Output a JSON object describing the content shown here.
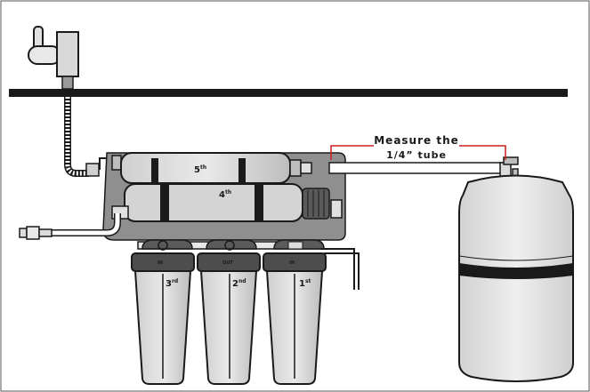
{
  "annotation": {
    "line1": "Measure the",
    "line2": "1/4” tube",
    "color": "#cc1f1f"
  },
  "filters": {
    "first": {
      "num": "1",
      "suffix": "st",
      "port": "IN"
    },
    "second": {
      "num": "2",
      "suffix": "nd",
      "port": "OUT"
    },
    "third": {
      "num": "3",
      "suffix": "rd",
      "port": "IN"
    }
  },
  "membranes": {
    "fourth": {
      "num": "4",
      "suffix": "th"
    },
    "fifth": {
      "num": "5",
      "suffix": "th"
    }
  },
  "colors": {
    "outline": "#1a1a1a",
    "panel": "#8f8f8f",
    "housing_light": "#dcdcdc",
    "housing_dark": "#4d4d4d",
    "tank": "#e6e6e6",
    "counter": "#1a1a1a"
  },
  "icons": [
    "faucet-icon",
    "storage-tank-icon",
    "filter-housing-icon",
    "membrane-icon"
  ]
}
